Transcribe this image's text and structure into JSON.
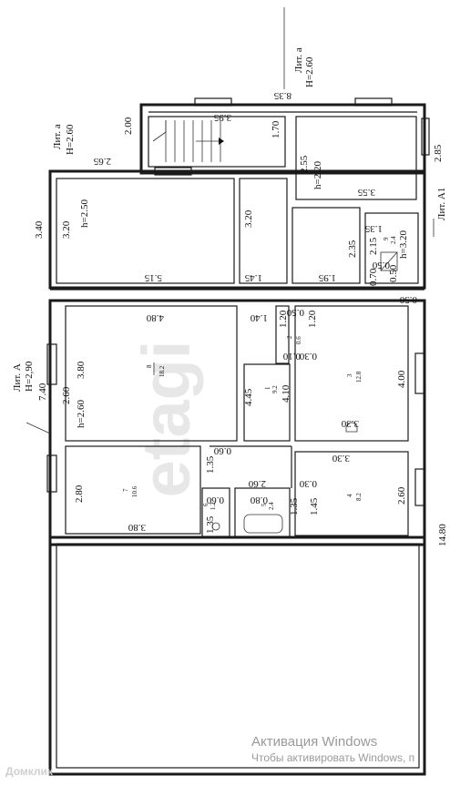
{
  "watermark": "etagi",
  "activation": {
    "title": "Активация Windows",
    "subtitle": "Чтобы активировать Windows, п"
  },
  "logo_text": "Домклик",
  "letters": {
    "lit_a_top": "Лит. а",
    "lit_a_top_h": "H=2.60",
    "lit_a_left": "Лит. а",
    "lit_a_left_h": "H=2.60",
    "lit_A": "Лит. А",
    "lit_A_h": "H=2,90",
    "lit_A1": "Лит. А1"
  },
  "dimensions": {
    "d835": "8.35",
    "d395": "3.95",
    "d200": "2.00",
    "d170": "1.70",
    "d285": "2.85",
    "d255": "2.55",
    "h220": "h=2.20",
    "d355": "3.55",
    "d265": "2.65",
    "d340": "3.40",
    "d320a": "3.20",
    "h250": "h=2.50",
    "d320b": "3.20",
    "d515": "5.15",
    "d145": "1.45",
    "d235": "2.35",
    "d195": "1.95",
    "d135": "1.35",
    "d215": "2.15",
    "h320": "h=3.20",
    "d070": "0.70",
    "d050a": "0.50",
    "d050b": "0.50",
    "d050c": "0.50",
    "d480": "4.80",
    "d140": "1.40",
    "d050d": "0.50",
    "d120a": "1.20",
    "d120b": "1.20",
    "d380a": "3.80",
    "d740": "7.40",
    "d260a": "2.60",
    "h260": "h=2.60",
    "d445": "4.45",
    "d410": "4.10",
    "d030a": "0.30",
    "d010": "0.10",
    "d400": "4.00",
    "d330a": "3.30",
    "d330b": "3.30",
    "d060a": "0.60",
    "d135b": "1.35",
    "d280": "2.80",
    "d260b": "2.60",
    "d030b": "0.30",
    "d260c": "2.60",
    "d380b": "3.80",
    "d060b": "0.60",
    "d135c": "1.35",
    "d080": "0.80",
    "d135d": "1.35",
    "d145b": "1.45",
    "d1480": "14.80",
    "d050e": "0.50",
    "d050f": "0.50"
  },
  "rooms": {
    "r8": {
      "n": "8",
      "a": "18.2"
    },
    "r1": {
      "n": "1",
      "a": "9.2"
    },
    "r2": {
      "n": "2",
      "a": "0.6"
    },
    "r3": {
      "n": "3",
      "a": "12.8"
    },
    "r7": {
      "n": "7",
      "a": "10.6"
    },
    "r6": {
      "n": "6",
      "a": "1.2"
    },
    "r5": {
      "n": "5",
      "a": "2.4"
    },
    "r4": {
      "n": "4",
      "a": "8.2"
    },
    "r9": {
      "n": "9",
      "a": "2.4"
    }
  }
}
